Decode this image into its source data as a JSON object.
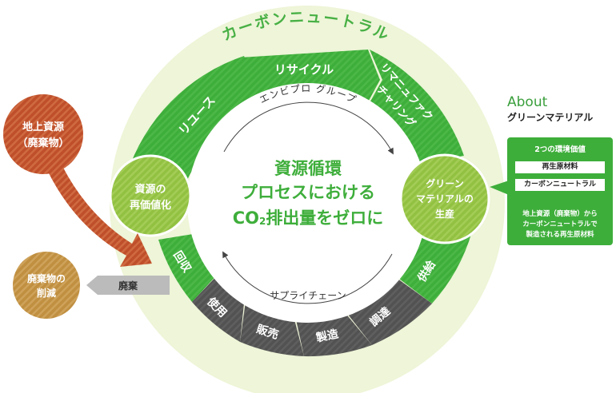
{
  "outer_ring": {
    "label": "カーボンニュートラル"
  },
  "top_arc": {
    "label": "エンビプロ グループ"
  },
  "bottom_arc": {
    "label": "サプライチェーン"
  },
  "center": {
    "line1": "資源循環",
    "line2": "プロセスにおける",
    "line3_co": "CO",
    "line3_sub": "2",
    "line3_rest": "排出量をゼロに"
  },
  "green_segments": {
    "reuse": "リユース",
    "recycle": "リサイクル",
    "remanufacturing_1": "リマニュファク",
    "remanufacturing_2": "チャリング",
    "supply": "供給",
    "collect": "回収"
  },
  "gray_segments": {
    "procure": "調達",
    "manufacture": "製造",
    "sell": "販売",
    "use": "使用"
  },
  "left_node": {
    "line1": "資源の",
    "line2": "再価値化"
  },
  "right_node": {
    "line1": "グリーン",
    "line2": "マテリアルの",
    "line3": "生産"
  },
  "ground_resources": {
    "line1": "地上資源",
    "line2": "（廃棄物）"
  },
  "waste_reduction": {
    "line1": "廃棄物の",
    "line2": "削減"
  },
  "disposal_arrow": {
    "label": "廃棄"
  },
  "about": {
    "title": "About",
    "subtitle": "グリーンマテリアル",
    "heading": "2つの環境価値",
    "items": [
      "再生原材料",
      "カーボンニュートラル"
    ],
    "desc_line1": "地上資源（廃棄物）から",
    "desc_line2": "カーボンニュートラルで",
    "desc_line3": "製造される再生原材料"
  },
  "colors": {
    "green": "#3eae3b",
    "light_green": "#eef5d8",
    "dark_gray": "#555555",
    "node_green": "#95c346",
    "ground_red": "#c2532e",
    "waste_tan": "#c39344",
    "arrow_gray": "#bbbbbb"
  }
}
